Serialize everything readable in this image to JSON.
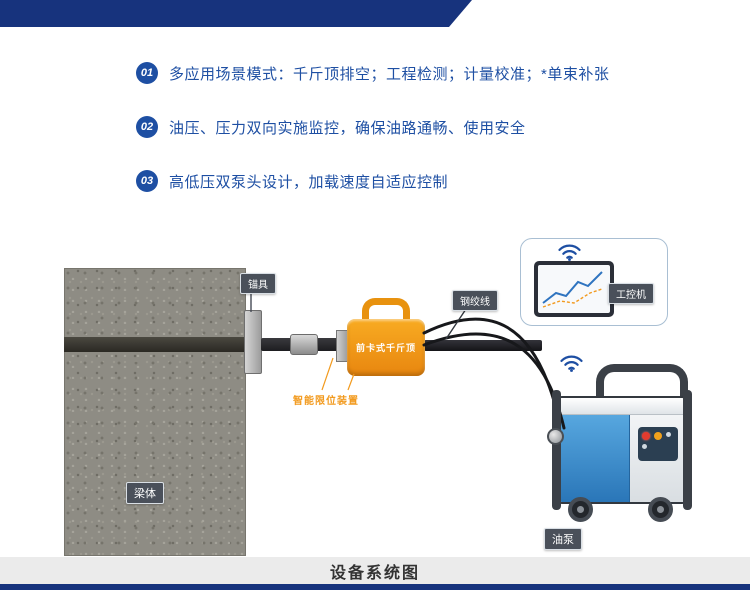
{
  "features": {
    "items": [
      {
        "num": "01",
        "text": "多应用场景模式：千斤顶排空；工程检测；计量校准；*单束补张"
      },
      {
        "num": "02",
        "text": "油压、压力双向实施监控，确保油路通畅、使用安全"
      },
      {
        "num": "03",
        "text": "高低压双泵头设计，加载速度自适应控制"
      }
    ]
  },
  "diagram": {
    "labels": {
      "anchor": "锚具",
      "beam": "梁体",
      "jack": "前卡式千斤顶",
      "limit_device": "智能限位装置",
      "strand": "钢绞线",
      "industrial_computer": "工控机",
      "oil_pump": "油泵"
    },
    "icons": {
      "wifi": "wifi-signal-icon"
    }
  },
  "footer": {
    "caption": "设备系统图"
  },
  "colors": {
    "accent_blue": "#1e4fa3",
    "ribbon_blue": "#17337d",
    "jack_orange": "#f29a1e",
    "pump_blue": "#2f86c8",
    "badge_dark": "#4a505a"
  }
}
